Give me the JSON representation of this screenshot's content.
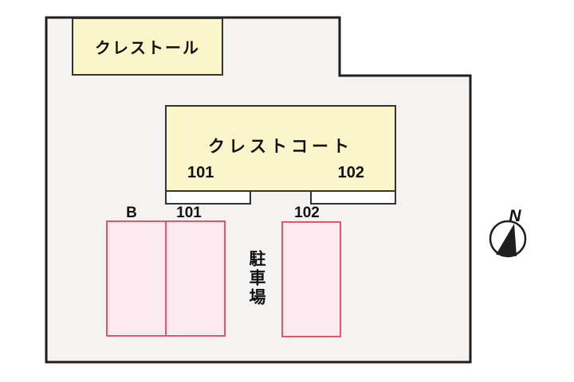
{
  "site_plan": {
    "buildings": [
      {
        "name": "クレストール"
      },
      {
        "name": "クレストコート",
        "units": [
          "101",
          "102"
        ]
      }
    ],
    "parking": {
      "label": "駐車場",
      "spaces": [
        "B",
        "101",
        "102"
      ]
    },
    "compass": {
      "north": "N"
    }
  },
  "colors": {
    "site-fill": "#f4f3f2",
    "line": "#1f1f1f",
    "building-fill": "#fbf6ca",
    "building-line": "#333333",
    "parking-fill": "#fde9f0",
    "parking-line": "#e4566a",
    "text": "#111111"
  }
}
